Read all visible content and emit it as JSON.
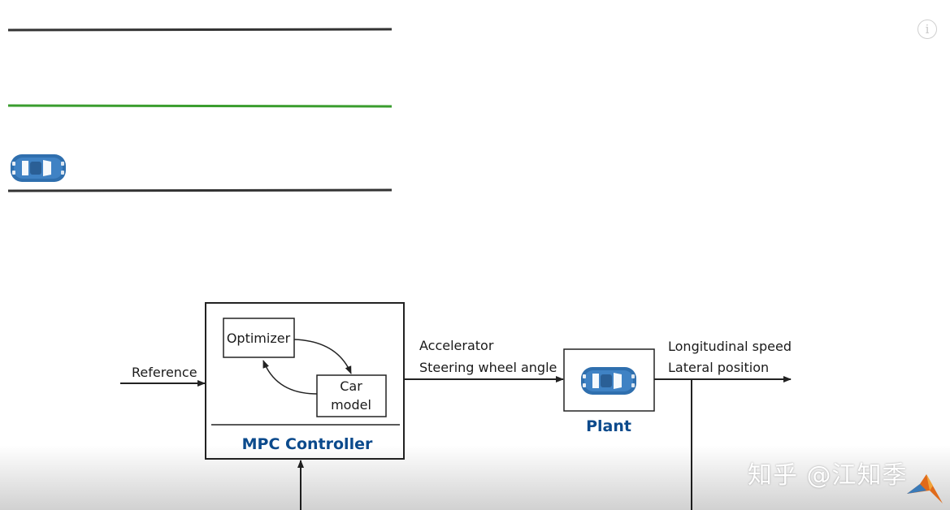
{
  "diagram": {
    "reference_label": "Reference",
    "controller": {
      "optimizer_label": "Optimizer",
      "car_model_line1": "Car",
      "car_model_line2": "model",
      "title": "MPC Controller"
    },
    "controller_outputs": [
      "Accelerator",
      "Steering wheel angle"
    ],
    "plant": {
      "title": "Plant"
    },
    "plant_outputs": [
      "Longitudinal speed",
      "Lateral position"
    ]
  },
  "watermark": "知乎 @江知季",
  "icons": {
    "info": "info-icon",
    "car": "car-icon",
    "logo": "matlab-logo-icon"
  },
  "colors": {
    "lane_center": "#3a9d2e",
    "lane_edge": "#333333",
    "car_body": "#2f6fae",
    "title_blue": "#0b4a8c"
  }
}
